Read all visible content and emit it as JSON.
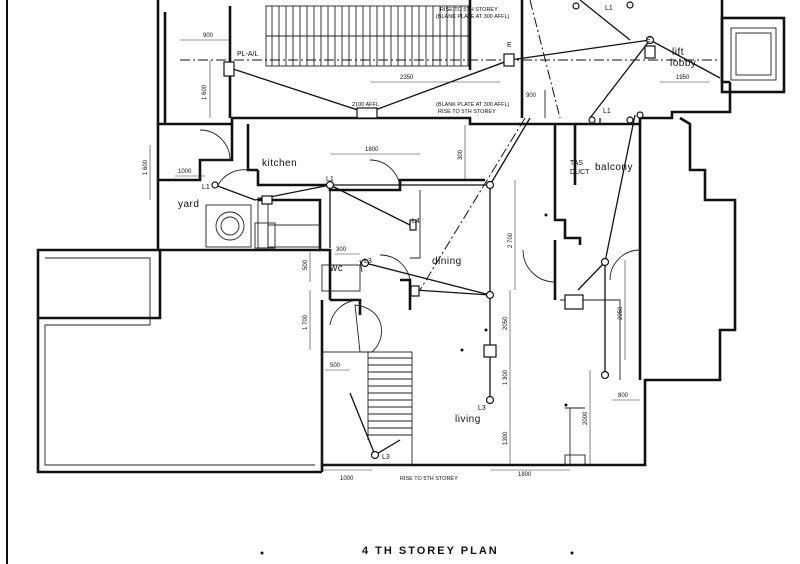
{
  "title": "4 TH   STOREY   PLAN",
  "rooms": {
    "kitchen": "kitchen",
    "yard": "yard",
    "wc": "wc",
    "dining": "dining",
    "balcony": "balcony",
    "living": "living",
    "lift_lobby_1": "lift",
    "lift_lobby_2": "lobby",
    "tas_1": "TAS",
    "tas_2": "DUCT"
  },
  "fixtures": {
    "pl_ah": "PL-A/L",
    "e1": "E",
    "e2": "E",
    "l1_top": "L1",
    "l1_lobby": "L1",
    "l1_kitchen": "L1",
    "l1_yard": "L1",
    "l3_wc": "L3",
    "l4": "L4",
    "l3_living": "L3",
    "l3_stair": "L3"
  },
  "notes": {
    "rise_top_1": "RISE TO 5TH STOREY",
    "rise_top_2": "(BLANK PLATE AT 300 AFFL)",
    "blank_1": "(BLANK PLATE AT 300 AFFL)",
    "blank_2": "RISE TO 5TH STOREY",
    "affl_2100": "2100 AFFL",
    "rise_bottom": "RISE TO 5TH STOREY"
  },
  "dimensions": {
    "d900a": "900",
    "d1600a": "1 600",
    "d2350": "2350",
    "d900b": "900",
    "d1950": "1950",
    "d1600b": "1 600",
    "d1000a": "1000",
    "d1800a": "1800",
    "d300": "300",
    "d2700": "2 700",
    "d500a": "500",
    "d300b": "300",
    "d1700": "1 700",
    "d2050": "2050",
    "d2050b": "2050",
    "d500b": "500",
    "d1300a": "1 300",
    "d1300b": "1300",
    "d800": "800",
    "d2000": "2000",
    "d1000b": "1000",
    "d1800b": "1800"
  }
}
